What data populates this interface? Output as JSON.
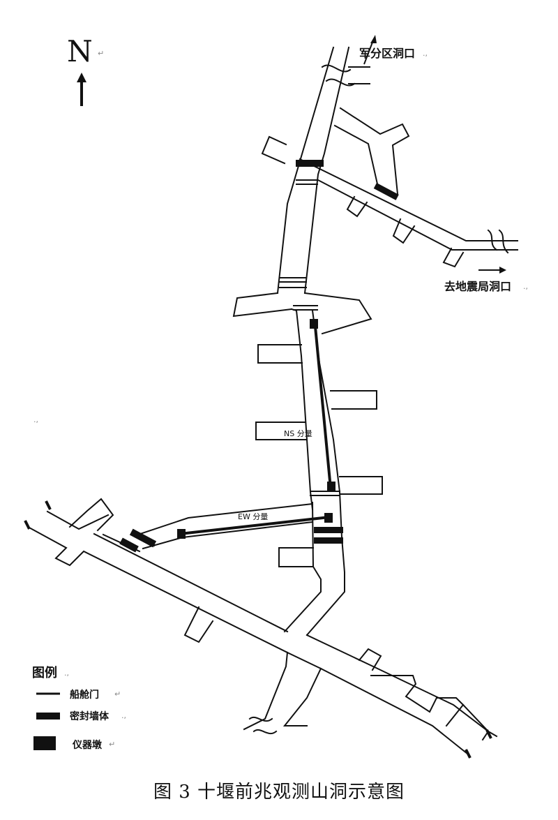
{
  "north_label": "N",
  "labels": {
    "junfenqu_portal": "军分区洞口",
    "dizhenju_portal": "去地震局洞口",
    "ns_instrument": "NS 分量",
    "ew_instrument": "EW 分量"
  },
  "legend": {
    "title": "图例",
    "items": [
      {
        "label": "船舱门"
      },
      {
        "label": "密封墙体"
      },
      {
        "label": "仪器墩"
      }
    ]
  },
  "caption": "图 3  十堰前兆观测山洞示意图"
}
